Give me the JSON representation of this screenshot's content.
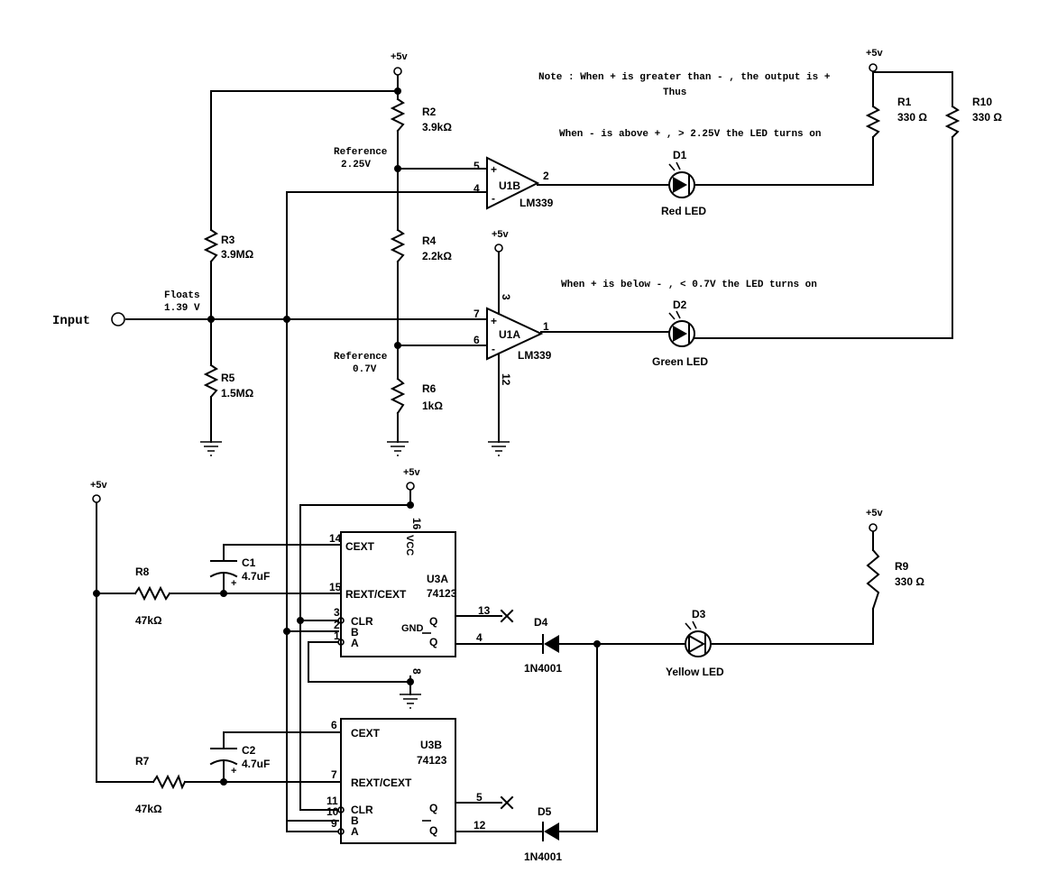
{
  "supply": {
    "label": "+5v"
  },
  "input": {
    "label": "Input"
  },
  "nodes": {
    "floats_1": "Floats",
    "floats_2": "1.39 V",
    "ref_high_1": "Reference",
    "ref_high_2": "2.25V",
    "ref_low_1": "Reference",
    "ref_low_2": "0.7V"
  },
  "notes": {
    "line1": "Note : When + is greater than - , the output is +",
    "line2": "Thus",
    "line3": "When - is above + , > 2.25V the LED turns on",
    "line4": "When + is below - , < 0.7V the LED turns on"
  },
  "resistors": {
    "r1": {
      "name": "R1",
      "value": "330 Ω"
    },
    "r2": {
      "name": "R2",
      "value": "3.9kΩ"
    },
    "r3": {
      "name": "R3",
      "value": "3.9MΩ"
    },
    "r4": {
      "name": "R4",
      "value": "2.2kΩ"
    },
    "r5": {
      "name": "R5",
      "value": "1.5MΩ"
    },
    "r6": {
      "name": "R6",
      "value": "1kΩ"
    },
    "r7": {
      "name": "R7",
      "value": "47kΩ"
    },
    "r8": {
      "name": "R8",
      "value": "47kΩ"
    },
    "r9": {
      "name": "R9",
      "value": "330 Ω"
    },
    "r10": {
      "name": "R10",
      "value": "330 Ω"
    }
  },
  "capacitors": {
    "c1": {
      "name": "C1",
      "value": "4.7uF"
    },
    "c2": {
      "name": "C2",
      "value": "4.7uF"
    }
  },
  "leds": {
    "d1": {
      "name": "D1",
      "label": "Red LED"
    },
    "d2": {
      "name": "D2",
      "label": "Green LED"
    },
    "d3": {
      "name": "D3",
      "label": "Yellow LED"
    }
  },
  "diodes": {
    "d4": {
      "name": "D4",
      "part": "1N4001"
    },
    "d5": {
      "name": "D5",
      "part": "1N4001"
    }
  },
  "opamps": {
    "u1b": {
      "name": "U1B",
      "part": "LM339",
      "pin_plus": "5",
      "pin_minus": "4",
      "pin_out": "2"
    },
    "u1a": {
      "name": "U1A",
      "part": "LM339",
      "pin_plus": "7",
      "pin_minus": "6",
      "pin_out": "1",
      "pin_vcc": "3",
      "pin_gnd": "12"
    }
  },
  "chips": {
    "u3a": {
      "name": "U3A",
      "part": "74123",
      "cext": "CEXT",
      "rext": "REXT/CEXT",
      "clr": "CLR",
      "b": "B",
      "a": "A",
      "q": "Q",
      "qbar": "Q",
      "vcc": "VCC",
      "gnd": "GND",
      "pin_cext": "14",
      "pin_rext": "15",
      "pin_clr": "3",
      "pin_b": "2",
      "pin_a": "1",
      "pin_q": "13",
      "pin_qbar": "4",
      "pin_vcc": "16",
      "pin_gnd": "8"
    },
    "u3b": {
      "name": "U3B",
      "part": "74123",
      "cext": "CEXT",
      "rext": "REXT/CEXT",
      "clr": "CLR",
      "b": "B",
      "a": "A",
      "q": "Q",
      "qbar": "Q",
      "pin_cext": "6",
      "pin_rext": "7",
      "pin_clr": "11",
      "pin_b": "10",
      "pin_a": "9",
      "pin_q": "5",
      "pin_qbar": "12"
    }
  }
}
